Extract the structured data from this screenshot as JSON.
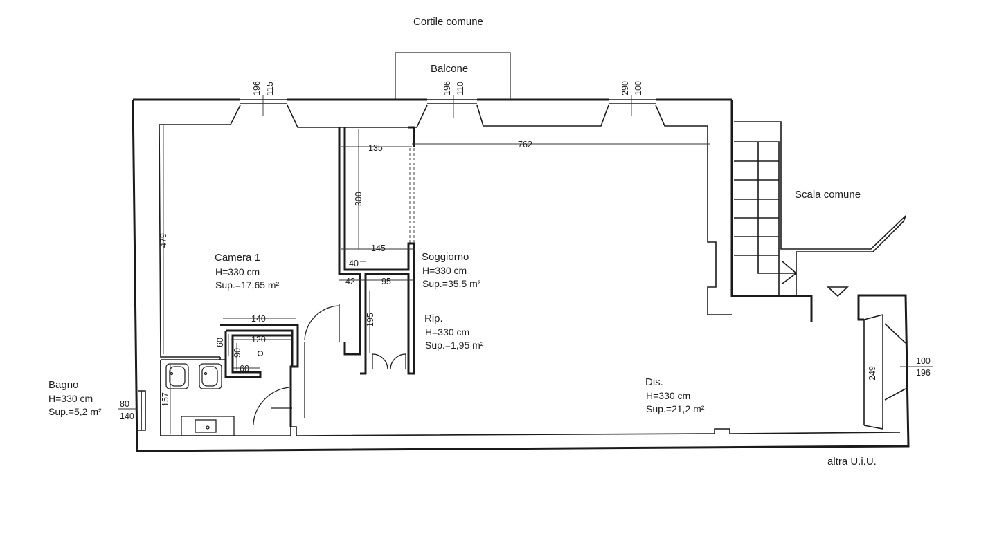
{
  "areas": {
    "cortile": "Cortile comune",
    "balcone": "Balcone",
    "scala": "Scala comune",
    "altra": "altra U.i.U."
  },
  "rooms": {
    "camera1": {
      "name": "Camera 1",
      "height": "H=330 cm",
      "surface": "Sup.=17,65 m²"
    },
    "soggiorno": {
      "name": "Soggiorno",
      "height": "H=330 cm",
      "surface": "Sup.=35,5 m²"
    },
    "ripostiglio": {
      "name": "Rip.",
      "height": "H=330 cm",
      "surface": "Sup.=1,95 m²"
    },
    "bagno": {
      "name": "Bagno",
      "height": "H=330 cm",
      "surface": "Sup.=5,2 m²"
    },
    "disimpegno": {
      "name": "Dis.",
      "height": "H=330 cm",
      "surface": "Sup.=21,2 m²"
    }
  },
  "dimensions": {
    "win1_w": "115",
    "win1_h": "196",
    "win2_w": "110",
    "win2_h": "196",
    "win3_w": "100",
    "win3_h": "290",
    "d135": "135",
    "d762": "762",
    "d300": "300",
    "d145": "145",
    "d40": "40",
    "d42": "42",
    "d95": "95",
    "d195": "195",
    "d479": "479",
    "d140_top": "140",
    "d120": "120",
    "d60a": "60",
    "d90": "90",
    "d60b": "60",
    "d157": "157",
    "bagno_win_w": "80",
    "bagno_win_h": "140",
    "d249": "249",
    "door_w": "100",
    "door_h": "196"
  }
}
